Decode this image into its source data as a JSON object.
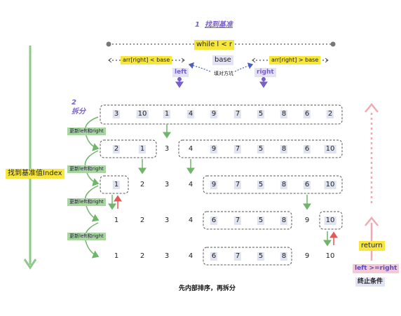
{
  "step1": {
    "num": "1",
    "title": "找到基准"
  },
  "step2": {
    "num": "2",
    "title": "拆分"
  },
  "while_label": "while l < r",
  "base_label": "base",
  "left_cond": "arr[right] < base",
  "right_cond": "arr[right] > base",
  "swap_label": "填对方坑",
  "left_ptr": "left",
  "right_ptr": "right",
  "side_label": "找到基准值Index",
  "update_label": "更新left和right",
  "return_label": "return",
  "end_cond": "left >=right",
  "end_label": "终止条件",
  "footer": "先内部排序，再拆分",
  "rows": [
    [
      "3",
      "10",
      "1",
      "4",
      "9",
      "7",
      "5",
      "8",
      "6",
      "2"
    ],
    [
      "2",
      "1",
      "3",
      "4",
      "9",
      "7",
      "5",
      "8",
      "6",
      "10"
    ],
    [
      "1",
      "2",
      "3",
      "4",
      "9",
      "7",
      "5",
      "8",
      "6",
      "10"
    ],
    [
      "1",
      "2",
      "3",
      "4",
      "6",
      "7",
      "5",
      "8",
      "9",
      "10"
    ],
    [
      "1",
      "2",
      "3",
      "4",
      "6",
      "7",
      "5",
      "8",
      "9",
      "10"
    ]
  ],
  "colors": {
    "green": "#8fc98a",
    "purple": "#7b5fc9",
    "pink": "#f3a9b3",
    "yellow": "#f7e63b",
    "red": "#e05a5a"
  }
}
